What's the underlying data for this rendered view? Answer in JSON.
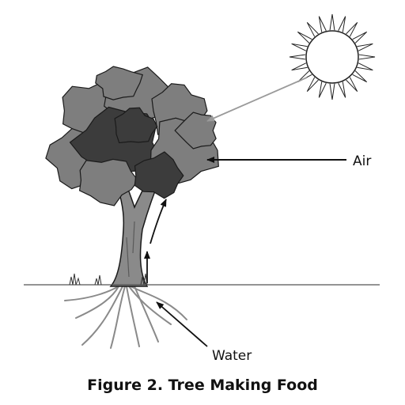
{
  "labels": {
    "air": "Air",
    "water": "Water"
  },
  "caption": "Figure 2. Tree Making Food",
  "colors": {
    "foliage": "#7e7e7e",
    "foliage_dark": "#3c3c3c",
    "trunk": "#8a8a8a",
    "outline": "#1a1a1a",
    "sun_arrow": "#9a9a9a",
    "sun_fill": "#ffffff"
  },
  "icons": {
    "sun": "sun-icon",
    "tree": "tree-icon"
  }
}
